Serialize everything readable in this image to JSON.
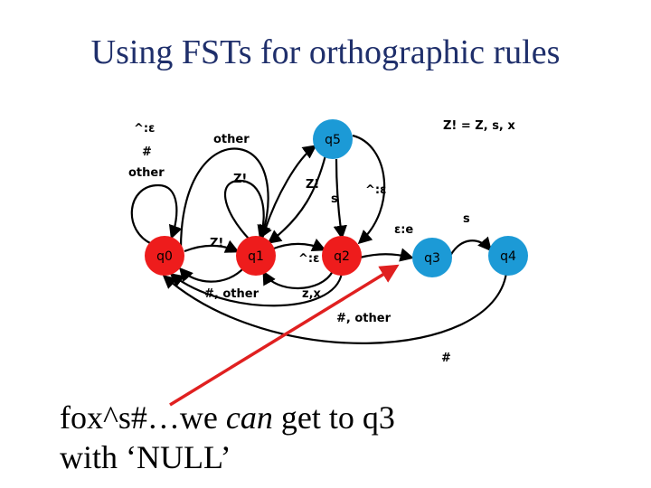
{
  "title": "Using FSTs for orthographic rules",
  "caption": {
    "part1": "fox^s#…we ",
    "emph": "can",
    "part2": " get to q3",
    "line2": "with ‘NULL’"
  },
  "diagram": {
    "nodes": [
      {
        "id": "q0",
        "label": "q0",
        "color": "#ee1c1c"
      },
      {
        "id": "q1",
        "label": "q1",
        "color": "#ee1c1c"
      },
      {
        "id": "q2",
        "label": "q2",
        "color": "#ee1c1c"
      },
      {
        "id": "q3",
        "label": "q3",
        "color": "#1c9ad6"
      },
      {
        "id": "q4",
        "label": "q4",
        "color": "#1c9ad6"
      },
      {
        "id": "q5",
        "label": "q5",
        "color": "#1c9ad6"
      }
    ],
    "legend": "Z! = Z, s, x",
    "edge_labels": {
      "q0_loop_1": "^:ε",
      "q0_loop_2": "#",
      "q0_loop_3": "other",
      "q1_loop_to_q0_top": "other",
      "q1_loop": "Z!",
      "q0_to_q1": "Z!",
      "q5_to_q1": "Z!",
      "q1_to_q5": "s",
      "q5_to_q2": "^:ε",
      "q2_to_q3": "ε:e",
      "q3_to_q4": "s",
      "q1_to_q2": "^:ε",
      "q1_to_q0": "#, other",
      "q2_to_q1": "z,x",
      "q2_to_q0": "#, other",
      "q4_to_q0": "#"
    }
  },
  "annotation_color": "#e02020"
}
